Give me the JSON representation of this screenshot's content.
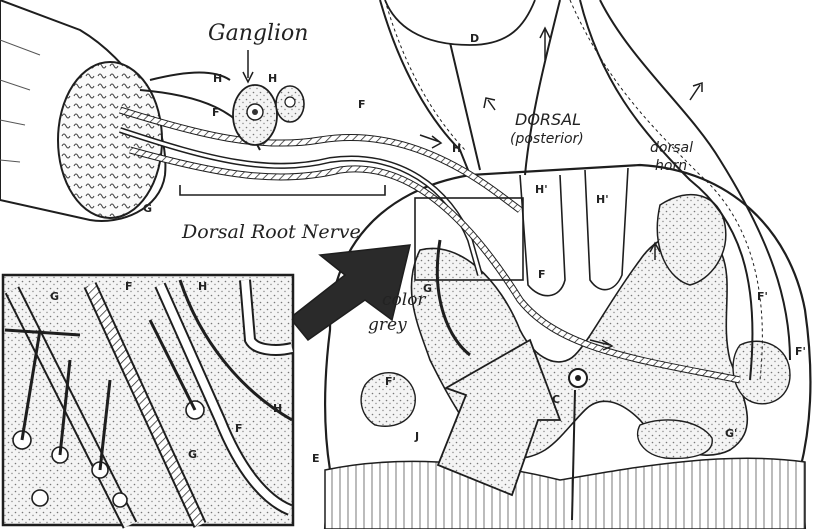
{
  "labels": {
    "ganglion": "Ganglion",
    "dorsal_root_nerve": "Dorsal Root Nerve",
    "dorsal": "DORSAL",
    "posterior": "(posterior)",
    "dorsal_horn_line1": "dorsal",
    "dorsal_horn_line2": "horn",
    "color_grey_line1": "color",
    "color_grey_line2": "grey"
  },
  "letters": {
    "d": "D",
    "f": "F",
    "g": "G",
    "h": "H",
    "h_prime": "H'",
    "f_prime": "F'",
    "g_prime": "G'",
    "e": "E",
    "j": "J",
    "c": "C"
  },
  "colors": {
    "ink": "#1e1e1e",
    "paper": "#ffffff",
    "stipple": "#6a6a6a",
    "arrow_dark": "#2a2a2a",
    "arrow_light": "#d6d6d6"
  }
}
